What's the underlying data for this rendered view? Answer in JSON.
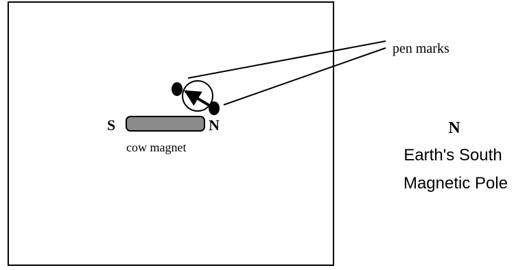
{
  "labels": {
    "pen_marks": "pen marks",
    "south_end": "S",
    "north_end": "N",
    "magnet_caption": "cow magnet",
    "pole_letter": "N",
    "pole_line1": "Earth's South",
    "pole_line2": "Magnetic Pole"
  },
  "colors": {
    "line": "#000000",
    "magnet_fill": "#8a8a8a",
    "background": "#ffffff"
  }
}
